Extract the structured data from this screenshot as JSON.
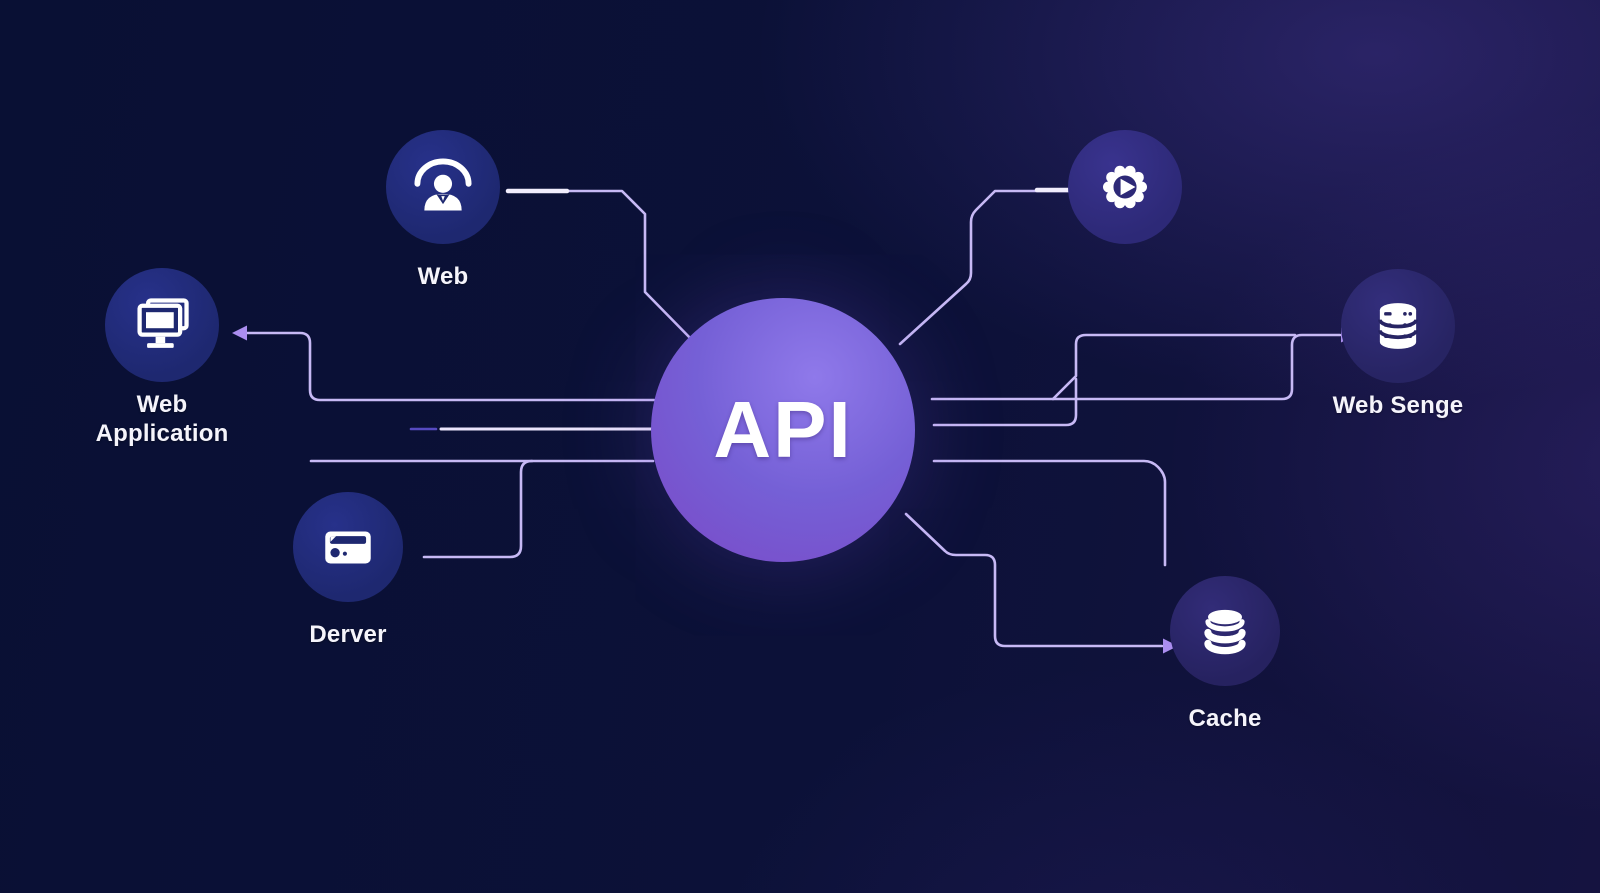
{
  "diagram": {
    "center": {
      "label": "API"
    },
    "nodes": [
      {
        "id": "web-user",
        "label": "Web",
        "icon": "user-arc-icon"
      },
      {
        "id": "web-application",
        "label": "Web Application",
        "icon": "monitor-icon"
      },
      {
        "id": "derver",
        "label": "Derver",
        "icon": "card-window-icon"
      },
      {
        "id": "service-badge",
        "label": "",
        "icon": "gear-play-icon"
      },
      {
        "id": "web-senge",
        "label": "Web Senge",
        "icon": "database-server-icon"
      },
      {
        "id": "cache",
        "label": "Cache",
        "icon": "database-icon"
      }
    ],
    "connections": [
      {
        "from": "web-user",
        "to": "api",
        "arrow": false
      },
      {
        "from": "api",
        "to": "web-application",
        "arrow": true
      },
      {
        "from": "derver",
        "to": "api",
        "arrow": false
      },
      {
        "from": "api",
        "to": "service-badge",
        "arrow": false
      },
      {
        "from": "api",
        "to": "web-senge",
        "arrow": true
      },
      {
        "from": "api",
        "to": "cache",
        "arrow": true
      }
    ],
    "colors": {
      "background_left": "#0a1238",
      "background_right": "#1d1847",
      "node_circle_blue": "#1e2870",
      "node_circle_indigo": "#2d2977",
      "api_gradient_light": "#8f79ea",
      "api_gradient_dark": "#7a48c6",
      "line": "#c7b9f5",
      "line_bright": "#f1edfd",
      "arrow": "#ab8ef0",
      "label_text": "#f5f4fb"
    }
  }
}
